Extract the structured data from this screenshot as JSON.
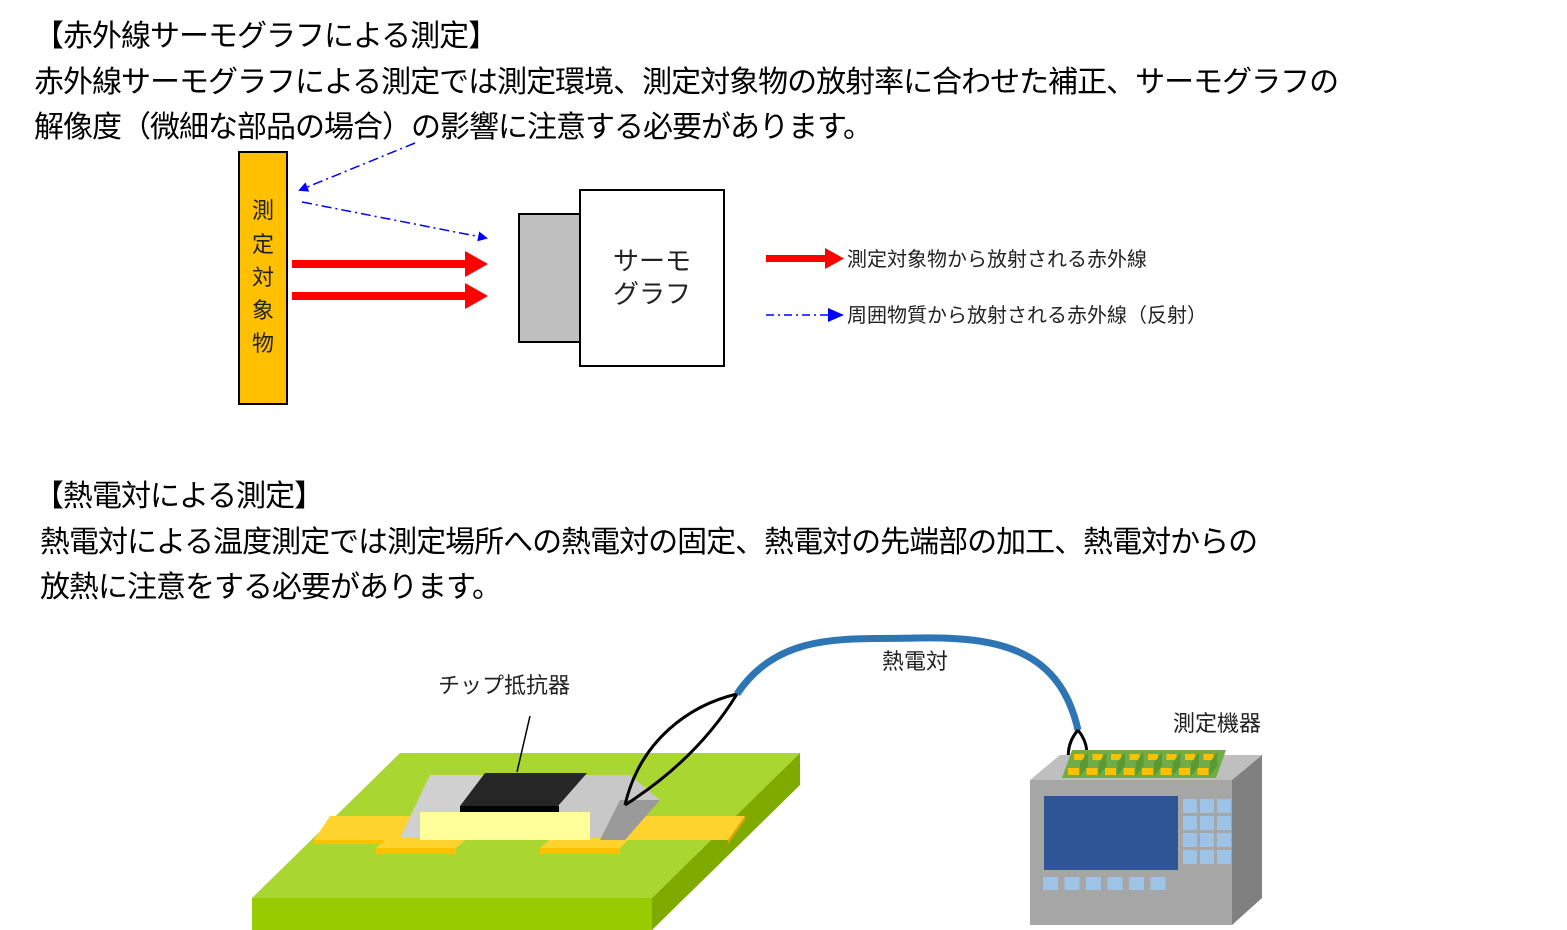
{
  "section1": {
    "heading": "【赤外線サーモグラフによる測定】",
    "body_line1": "赤外線サーモグラフによる測定では測定環境、測定対象物の放射率に合わせた補正、サーモグラフの",
    "body_line2": "解像度（微細な部品の場合）の影響に注意する必要があります。",
    "diagram": {
      "target_label_chars": [
        "測",
        "定",
        "対",
        "象",
        "物"
      ],
      "thermograph_label_line1": "サーモ",
      "thermograph_label_line2": "グラフ",
      "legend": [
        {
          "label": "測定対象物から放射される赤外線",
          "style": "solid-red-arrow"
        },
        {
          "label": "周囲物質から放射される赤外線（反射）",
          "style": "dashdot-blue-arrow"
        }
      ],
      "colors": {
        "target": "#FFC000",
        "emitted_ir": "#FF0000",
        "reflected_ir": "#0000FF",
        "lens": "#BFBFBF"
      }
    }
  },
  "section2": {
    "heading": "【熱電対による測定】",
    "body_line1": "熱電対による温度測定では測定場所への熱電対の固定、熱電対の先端部の加工、熱電対からの",
    "body_line2": "放熱に注意をする必要があります。",
    "diagram": {
      "chip_label": "チップ抵抗器",
      "thermocouple_label": "熱電対",
      "instrument_label": "測定機器",
      "colors": {
        "board_top": "#AAD631",
        "board_front": "#99CC00",
        "board_side": "#7FAA00",
        "pad": "#FFC000",
        "chip_body": "#FFFF99",
        "chip_top": "#262626",
        "cable": "#2E75B6",
        "screen": "#2F5597",
        "key": "#9DC3E6",
        "instrument_body": "#A6A6A6"
      }
    }
  }
}
